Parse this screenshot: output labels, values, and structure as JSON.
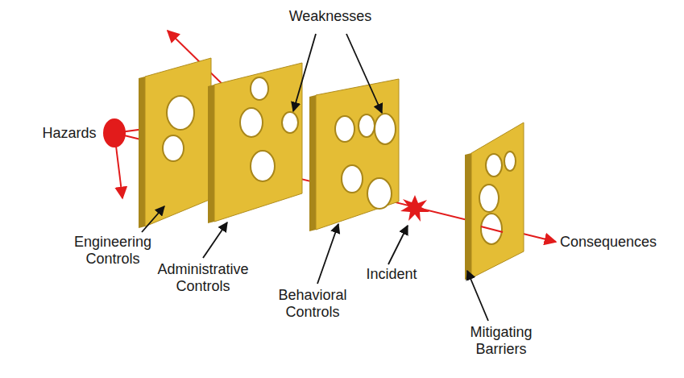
{
  "diagram": {
    "labels": [
      "Weaknesses",
      "Hazards",
      "Engineering Controls",
      "Administrative Controls",
      "Behavioral Controls",
      "Incident",
      "Consequences",
      "Mitigating Barriers"
    ]
  }
}
